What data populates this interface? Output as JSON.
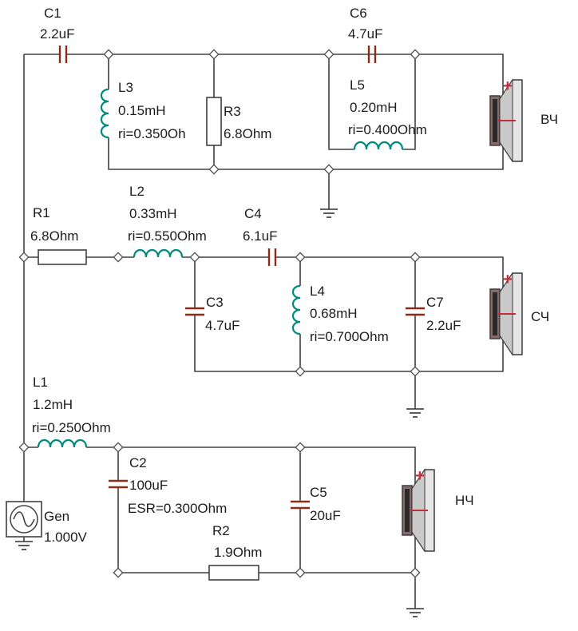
{
  "components": {
    "c1": {
      "name": "C1",
      "value": "2.2uF"
    },
    "c6": {
      "name": "C6",
      "value": "4.7uF"
    },
    "l3": {
      "name": "L3",
      "value": "0.15mH",
      "ri": "ri=0.350Oh"
    },
    "r3": {
      "name": "R3",
      "value": "6.8Ohm"
    },
    "l5": {
      "name": "L5",
      "value": "0.20mH",
      "ri": "ri=0.400Ohm"
    },
    "r1": {
      "name": "R1",
      "value": "6.8Ohm"
    },
    "l2": {
      "name": "L2",
      "value": "0.33mH",
      "ri": "ri=0.550Ohm"
    },
    "c4": {
      "name": "C4",
      "value": "6.1uF"
    },
    "c3": {
      "name": "C3",
      "value": "4.7uF"
    },
    "l4": {
      "name": "L4",
      "value": "0.68mH",
      "ri": "ri=0.700Ohm"
    },
    "c7": {
      "name": "C7",
      "value": "2.2uF"
    },
    "l1": {
      "name": "L1",
      "value": "1.2mH",
      "ri": "ri=0.250Ohm"
    },
    "c2": {
      "name": "C2",
      "value": "100uF",
      "esr": "ESR=0.300Ohm"
    },
    "c5": {
      "name": "C5",
      "value": "20uF"
    },
    "r2": {
      "name": "R2",
      "value": "1.9Ohm"
    },
    "gen": {
      "name": "Gen",
      "value": "1.000V"
    }
  },
  "speakers": {
    "tweeter": {
      "label": "ВЧ",
      "polarity": "+"
    },
    "mid": {
      "label": "СЧ",
      "polarity": "+"
    },
    "woofer": {
      "label": "НЧ",
      "polarity": "+"
    }
  },
  "colors": {
    "wire": "#404040",
    "inductor": "#008a80",
    "capacitor": "#8a2c18",
    "speaker_body": "#8a6a68",
    "speaker_cone": "#e6e6e6",
    "polarity": "#c0303a"
  }
}
